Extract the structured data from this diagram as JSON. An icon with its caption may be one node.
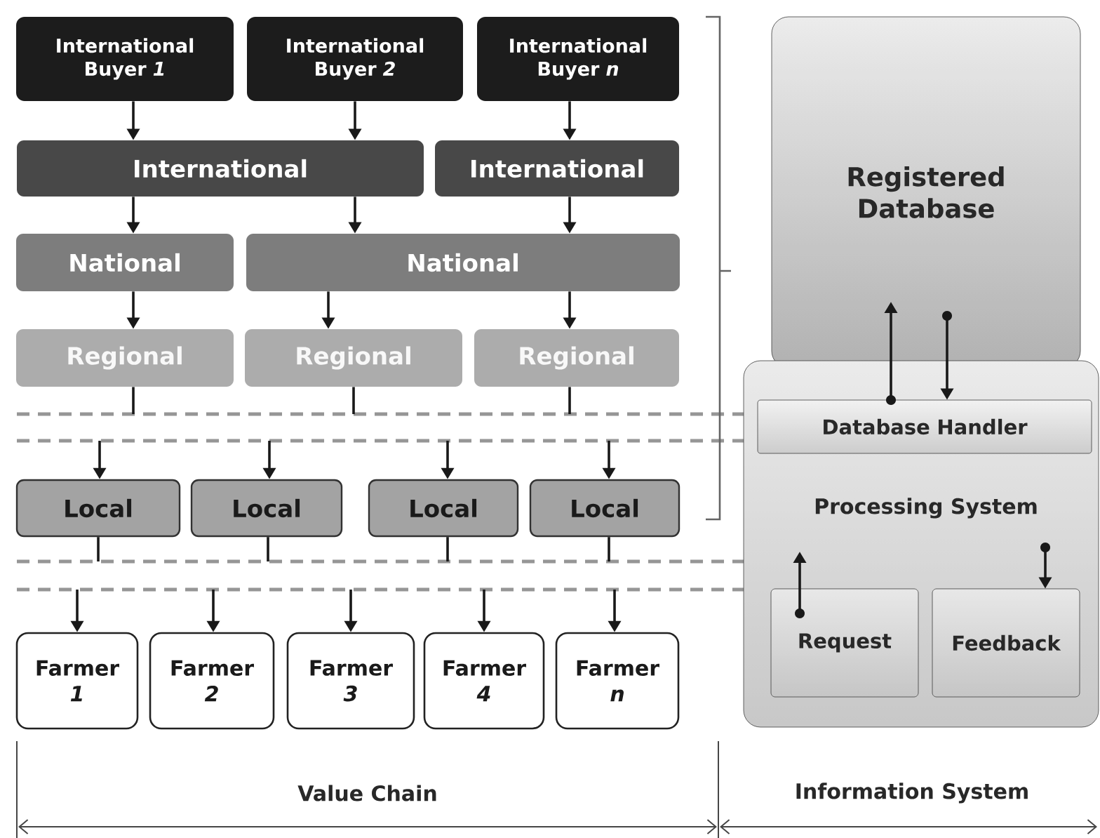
{
  "diagram": {
    "nodes": [
      {
        "text": [
          "International Buyer *1*"
        ]
      },
      {
        "text": [
          "International Buyer *2*"
        ]
      },
      {
        "text": [
          "International Buyer *n*"
        ]
      },
      {
        "text": [
          "International"
        ]
      },
      {
        "text": [
          "International"
        ]
      },
      {
        "text": [
          "National"
        ]
      },
      {
        "text": [
          "National"
        ]
      },
      {
        "text": [
          "Regional"
        ]
      },
      {
        "text": [
          "Regional"
        ]
      },
      {
        "text": [
          "Regional"
        ]
      },
      {
        "text": [
          "Local"
        ]
      },
      {
        "text": [
          "Local"
        ]
      },
      {
        "text": [
          "Local"
        ]
      },
      {
        "text": [
          "Local"
        ]
      },
      {
        "text": [
          "Farmer *1*"
        ]
      },
      {
        "text": [
          "Farmer *2*"
        ]
      },
      {
        "text": [
          "Farmer *3*"
        ]
      },
      {
        "text": [
          "Farmer *4*"
        ]
      },
      {
        "text": [
          "Farmer *n*"
        ]
      },
      {
        "text": [
          "Registered Database"
        ]
      },
      {
        "text": [
          "Processing System"
        ]
      },
      {
        "text": [
          "Database Handler"
        ],
        "in": 20
      },
      {
        "text": [
          "Request"
        ],
        "in": 20
      },
      {
        "text": [
          "Feedback"
        ],
        "in": 20
      }
    ],
    "edges": [
      {
        "from": 0,
        "to": 3,
        "arrow": "to"
      },
      {
        "from": 1,
        "to": 3,
        "arrow": "to"
      },
      {
        "from": 2,
        "to": 4,
        "arrow": "to"
      },
      {
        "from": 3,
        "to": 5,
        "arrow": "to"
      },
      {
        "from": 3,
        "to": 6,
        "arrow": "to"
      },
      {
        "from": 4,
        "to": 6,
        "arrow": "to"
      },
      {
        "from": 5,
        "to": 7,
        "arrow": "to"
      },
      {
        "from": 6,
        "to": 8,
        "arrow": "to"
      },
      {
        "from": 6,
        "to": 9,
        "arrow": "to"
      },
      {
        "from": 7,
        "to": null,
        "arrow": "none"
      },
      {
        "from": 8,
        "to": null,
        "arrow": "none"
      },
      {
        "from": 9,
        "to": null,
        "arrow": "none"
      },
      {
        "from": null,
        "to": 10,
        "arrow": "to"
      },
      {
        "from": null,
        "to": 11,
        "arrow": "to"
      },
      {
        "from": null,
        "to": 12,
        "arrow": "to"
      },
      {
        "from": null,
        "to": 13,
        "arrow": "to"
      },
      {
        "from": 10,
        "to": null,
        "arrow": "none"
      },
      {
        "from": 11,
        "to": null,
        "arrow": "none"
      },
      {
        "from": 12,
        "to": null,
        "arrow": "none"
      },
      {
        "from": 13,
        "to": null,
        "arrow": "none"
      },
      {
        "from": null,
        "to": 14,
        "arrow": "to"
      },
      {
        "from": null,
        "to": 15,
        "arrow": "to"
      },
      {
        "from": null,
        "to": 16,
        "arrow": "to"
      },
      {
        "from": null,
        "to": 17,
        "arrow": "to"
      },
      {
        "from": null,
        "to": 18,
        "arrow": "to"
      },
      {
        "from": 21,
        "to": 19,
        "arrow": "to"
      },
      {
        "from": 19,
        "to": 21,
        "arrow": "to"
      },
      {
        "from": 22,
        "to": null,
        "arrow": "to"
      },
      {
        "from": null,
        "to": 23,
        "arrow": "to"
      }
    ],
    "labels": [
      "Value Chain",
      "Information System"
    ]
  }
}
